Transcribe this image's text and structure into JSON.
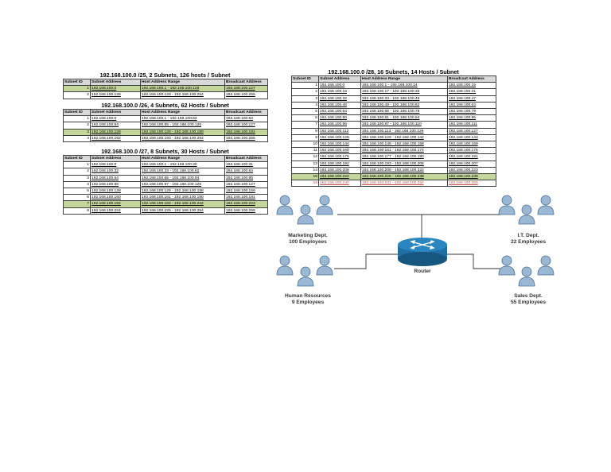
{
  "tables": [
    {
      "title": "192.168.100.0 /25, 2 Subnets, 126 hosts / Subnet",
      "headers": [
        "Subnet ID",
        "Subnet Address",
        "Host Address Range",
        "Broadcast Address"
      ],
      "rows": [
        [
          "1",
          "192.168.100.0",
          "192.168.100.1 - 192.168.100.126",
          "192.168.100.127"
        ],
        [
          "2",
          "192.168.100.128",
          "192.168.100.129 - 192.168.100.254",
          "192.168.100.255"
        ]
      ],
      "highlight_row": 0
    },
    {
      "title": "192.168.100.0 /26, 4 Subnets, 62 Hosts / Subnet",
      "headers": [
        "Subnet ID",
        "Subnet Address",
        "Host Address Range",
        "Broadcast Address"
      ],
      "rows": [
        [
          "1",
          "192.168.100.0",
          "192.168.100.1 - 192.168.100.62",
          "192.168.100.63"
        ],
        [
          "2",
          "192.168.100.64",
          "192.168.100.65 - 192.168.100.126",
          "192.168.100.127"
        ],
        [
          "3",
          "192.168.100.128",
          "192.168.100.129 - 192.168.100.190",
          "192.168.100.191"
        ],
        [
          "4",
          "192.168.100.192",
          "192.168.100.193 - 192.168.100.254",
          "192.168.100.255"
        ]
      ],
      "highlight_row": 2
    },
    {
      "title": "192.168.100.0 /27, 8 Subnets, 30 Hosts / Subnet",
      "headers": [
        "Subnet ID",
        "Subnet Address",
        "Host Address Range",
        "Broadcast Address"
      ],
      "rows": [
        [
          "1",
          "192.168.100.0",
          "192.168.100.1 - 192.168.100.30",
          "192.168.100.31"
        ],
        [
          "2",
          "192.168.100.32",
          "192.168.100.33 - 192.168.100.62",
          "192.168.100.63"
        ],
        [
          "3",
          "192.168.100.64",
          "192.168.100.65 - 192.168.100.94",
          "192.168.100.95"
        ],
        [
          "4",
          "192.168.100.96",
          "192.168.100.97 - 192.168.100.126",
          "192.168.100.127"
        ],
        [
          "5",
          "192.168.100.128",
          "192.168.100.129 - 192.168.100.158",
          "192.168.100.159"
        ],
        [
          "6",
          "192.168.100.160",
          "192.168.100.161 - 192.168.100.190",
          "192.168.100.191"
        ],
        [
          "7",
          "192.168.100.192",
          "192.168.100.193 - 192.168.100.222",
          "192.168.100.223"
        ],
        [
          "8",
          "192.168.100.224",
          "192.168.100.225 - 192.168.100.254",
          "192.168.100.255"
        ]
      ],
      "highlight_row": 6
    },
    {
      "title": "192.168.100.0 /28, 16 Subnets, 14 Hosts / Subnet",
      "headers": [
        "Subnet ID",
        "Subnet Address",
        "Host Address Range",
        "Broadcast Address"
      ],
      "rows": [
        [
          "1",
          "192.168.100.0",
          "192.168.100.1 - 192.168.100.14",
          "192.168.100.15"
        ],
        [
          "2",
          "192.168.100.16",
          "192.168.100.17 - 192.168.100.30",
          "192.168.100.31"
        ],
        [
          "3",
          "192.168.100.32",
          "192.168.100.33 - 192.168.100.46",
          "192.168.100.47"
        ],
        [
          "4",
          "192.168.100.48",
          "192.168.100.49 - 192.168.100.62",
          "192.168.100.63"
        ],
        [
          "5",
          "192.168.100.64",
          "192.168.100.65 - 192.168.100.78",
          "192.168.100.79"
        ],
        [
          "6",
          "192.168.100.80",
          "192.168.100.81 - 192.168.100.94",
          "192.168.100.95"
        ],
        [
          "7",
          "192.168.100.96",
          "192.168.100.97 - 192.168.100.110",
          "192.168.100.111"
        ],
        [
          "8",
          "192.168.100.112",
          "192.168.100.113 - 192.168.100.126",
          "192.168.100.127"
        ],
        [
          "9",
          "192.168.100.128",
          "192.168.100.129 - 192.168.100.142",
          "192.168.100.143"
        ],
        [
          "10",
          "192.168.100.144",
          "192.168.100.145 - 192.168.100.158",
          "192.168.100.159"
        ],
        [
          "11",
          "192.168.100.160",
          "192.168.100.161 - 192.168.100.174",
          "192.168.100.175"
        ],
        [
          "12",
          "192.168.100.176",
          "192.168.100.177 - 192.168.100.190",
          "192.168.100.191"
        ],
        [
          "13",
          "192.168.100.192",
          "192.168.100.193 - 192.168.100.206",
          "192.168.100.207"
        ],
        [
          "14",
          "192.168.100.208",
          "192.168.100.209 - 192.168.100.222",
          "192.168.100.223"
        ],
        [
          "15",
          "192.168.100.224",
          "192.168.100.225 - 192.168.100.238",
          "192.168.100.239"
        ],
        [
          "16",
          "192.168.100.240",
          "192.168.100.241 - 192.168.100.254",
          "192.168.100.255"
        ]
      ],
      "highlight_row": 14,
      "accent_row": 15
    }
  ],
  "diagram": {
    "router_label": "Router",
    "departments": [
      {
        "line1": "Marketing Dept.",
        "line2": "100 Employees"
      },
      {
        "line1": "I.T. Dept.",
        "line2": "22 Employees"
      },
      {
        "line1": "Human Resources",
        "line2": "9 Employees"
      },
      {
        "line1": "Sales Dept.",
        "line2": "55 Employees"
      }
    ]
  },
  "colors": {
    "highlight": "#c4d79b",
    "header": "#d9d9d9",
    "accent_text": "#c0504d",
    "people": "#9ab7d3",
    "router": "#1f6fa5"
  }
}
